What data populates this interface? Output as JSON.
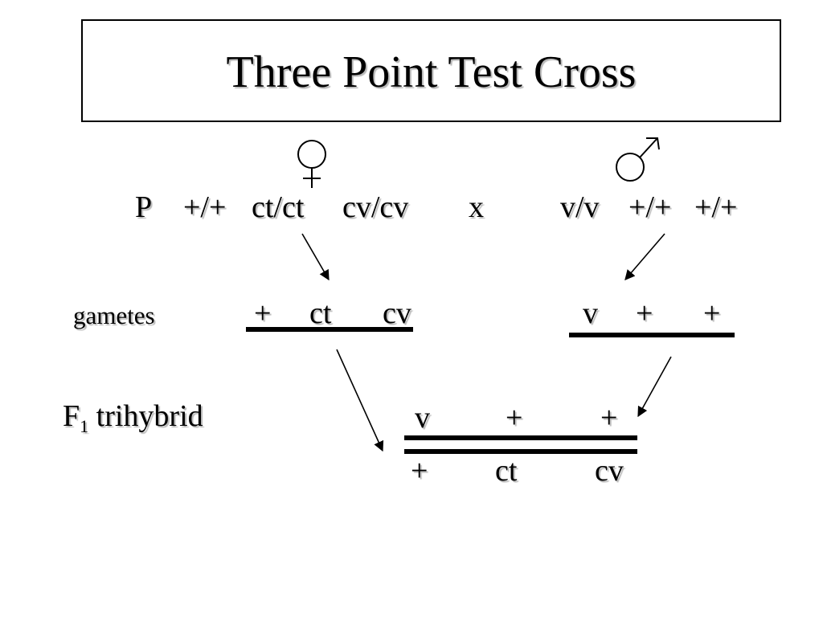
{
  "title": "Three Point Test Cross",
  "symbols": {
    "female": "♀",
    "male": "♂",
    "female_icon": "female-symbol-icon",
    "male_icon": "male-symbol-icon"
  },
  "parental": {
    "label": "P",
    "female_genotype": [
      "+/+",
      "ct/ct",
      "cv/cv"
    ],
    "cross": "x",
    "male_genotype": [
      "v/v",
      "+/+",
      "+/+"
    ]
  },
  "gametes": {
    "label": "gametes",
    "female": [
      "+",
      "ct",
      "cv"
    ],
    "male": [
      "v",
      "+",
      "+"
    ]
  },
  "f1": {
    "label_main": "F",
    "label_sub": "1",
    "label_rest": " trihybrid",
    "top": [
      "v",
      "+",
      "+"
    ],
    "bottom": [
      "+",
      "ct",
      "cv"
    ]
  }
}
